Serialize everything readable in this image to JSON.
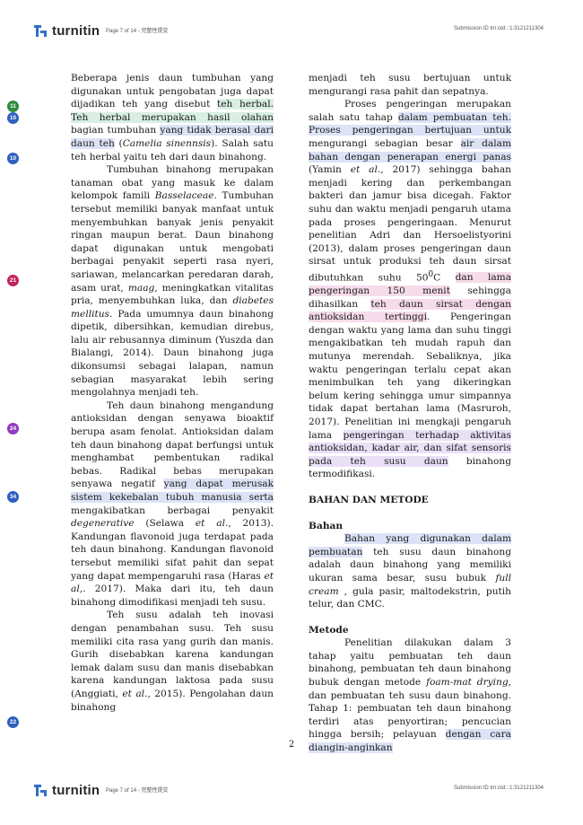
{
  "header": {
    "logo_text": "turnitin",
    "page_info": "Page 7 of 14 - 完整性提交",
    "submission_id": "Submission ID trn:oid:::1:3121211304"
  },
  "footer": {
    "logo_text": "turnitin",
    "page_info": "Page 7 of 14 - 完整性提交",
    "submission_id": "Submission ID trn:oid:::1:3121211304"
  },
  "page_number": "2",
  "markers": [
    {
      "label": "11",
      "color": "#2e8b3e"
    },
    {
      "label": "10",
      "color": "#2f5fbf"
    },
    {
      "label": "10",
      "color": "#2f5fbf"
    },
    {
      "label": "21",
      "color": "#c2245f"
    },
    {
      "label": "24",
      "color": "#8e3bbd"
    },
    {
      "label": "34",
      "color": "#2f5fbf"
    },
    {
      "label": "22",
      "color": "#2f5fbf"
    }
  ],
  "left": {
    "p1": {
      "a": "Beberapa jenis daun tumbuhan yang digunakan untuk pengobatan juga dapat dijadikan teh yang disebut ",
      "b": "teh herbal. Teh herbal merupakan hasil olahan",
      "c": " bagian tumbuhan ",
      "d": "yang tidak berasal dari daun teh",
      "e": " (",
      "f": "Camelia sinennsis",
      "g": "). Salah satu teh herbal yaitu teh dari daun binahong."
    },
    "p2": {
      "a": "Tumbuhan binahong merupakan tanaman obat yang masuk ke dalam kelompok famili ",
      "b": "Basselaceae",
      "c": ". Tumbuhan tersebut memiliki banyak manfaat untuk menyembuhkan banyak jenis penyakit ringan maupun berat. Daun binahong dapat digunakan untuk mengobati berbagai penyakit seperti rasa nyeri, sariawan, melancarkan peredaran darah, asam urat, ",
      "d": "maag",
      "e": ", meningkatkan vitalitas pria, menyembuhkan luka, dan ",
      "f": "diabetes mellitus",
      "g": ". Pada umumnya daun binahong dipetik, dibersihkan, kemudian direbus, lalu air rebusannya diminum (Yuszda dan Bialangi, 2014). Daun binahong juga dikonsumsi sebagai lalapan, namun sebagian masyarakat lebih sering mengolahnya menjadi teh."
    },
    "p3": {
      "a": "Teh daun binahong mengandung antioksidan dengan senyawa bioaktif berupa asam fenolat. Antioksidan dalam teh daun binahong dapat berfungsi untuk menghambat pembentukan radikal bebas. Radikal bebas merupakan senyawa negatif ",
      "b": "yang dapat merusak sistem kekebalan tubuh manusia serta",
      "c": " mengakibatkan berbagai penyakit ",
      "d": "degenerative",
      "e": " (Selawa ",
      "f": "et al.",
      "g": ", 2013). Kandungan flavonoid juga terdapat pada teh daun binahong. Kandungan flavonoid tersebut memiliki sifat pahit dan sepat yang dapat mempengaruhi rasa (Haras ",
      "h": "et al,",
      "i": ". 2017). Maka dari itu, teh daun binahong dimodifikasi menjadi teh susu."
    },
    "p4": {
      "a": "Teh susu adalah teh inovasi dengan penambahan susu. Teh susu memiliki cita rasa yang gurih dan manis. Gurih disebabkan karena kandungan lemak dalam susu dan manis disebabkan karena kandungan laktosa pada susu (Anggiati, ",
      "b": "et al.",
      "c": ", 2015). Pengolahan daun binahong"
    }
  },
  "right": {
    "p1": "menjadi teh susu bertujuan untuk mengurangi rasa pahit dan sepatnya.",
    "p2": {
      "a": "Proses pengeringan merupakan salah satu tahap ",
      "b": "dalam pembuatan teh. Proses pengeringan bertujuan untuk",
      "c": " mengurangi sebagian besar ",
      "d": "air dalam bahan dengan penerapan energi panas",
      "e": " (Yamin ",
      "f": "et al",
      "g": "., 2017) sehingga bahan menjadi kering dan perkembangan bakteri dan jamur bisa dicegah. Faktor suhu dan waktu menjadi pengaruh utama pada proses pengeringaan. Menurut penelitian Adri dan Hersoelistyorini (2013), dalam proses pengeringan daun sirsat untuk produksi teh daun sirsat dibutuhkan suhu 50",
      "sup": "0",
      "h": "C ",
      "i": "dan lama pengeringan 150 menit",
      "j": " sehingga dihasilkan ",
      "k": "teh daun sirsat dengan antioksidan tertinggi",
      "l": ". Pengeringan dengan waktu yang lama dan suhu tinggi mengakibatkan teh mudah rapuh dan mutunya merendah. Sebaliknya, jika waktu pengeringan terlalu cepat akan menimbulkan teh yang dikeringkan belum kering sehingga umur simpannya tidak dapat bertahan lama (Masruroh, 2017). Penelitian ini mengkaji pengaruh lama ",
      "m": "pengeringan terhadap aktivitas antioksidan, kadar air, dan sifat sensoris pada teh susu daun",
      "n": " binahong termodifikasi."
    },
    "h_main": "BAHAN DAN METODE",
    "h_bahan": "Bahan",
    "p_bahan": {
      "a": "Bahan yang digunakan dalam pembuatan",
      "b": " teh susu daun binahong adalah daun binahong yang memiliki ukuran sama besar, susu bubuk ",
      "c": "full cream",
      "d": " , gula pasir, maltodekstrin, putih telur, dan CMC."
    },
    "h_metode": "Metode",
    "p_metode": {
      "a": "Penelitian dilakukan dalam 3 tahap yaitu pembuatan teh daun binahong, pembuatan teh daun binahong bubuk dengan metode ",
      "b": "foam-mat drying",
      "c": ", dan pembuatan teh susu daun binahong. Tahap 1: pembuatan teh daun binahong terdiri atas penyortiran; pencucian hingga bersih; pelayuan ",
      "d": "dengan cara diangin-anginkan"
    }
  }
}
